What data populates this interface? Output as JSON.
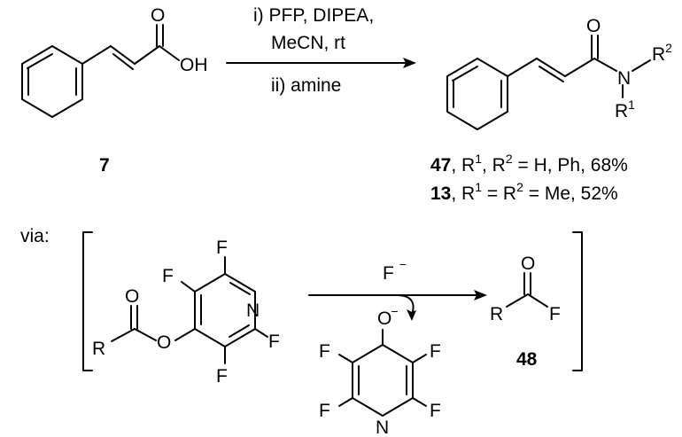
{
  "top": {
    "reactant_label": "7",
    "conditions": {
      "line1": "i) PFP, DIPEA,",
      "line2": "MeCN, rt",
      "line3": "ii) amine"
    },
    "reactant_atoms": {
      "o_carbonyl": "O",
      "oh": "OH"
    },
    "product_atoms": {
      "o": "O",
      "n": "N",
      "r1": "R",
      "r1_sup": "1",
      "r2": "R",
      "r2_sup": "2"
    },
    "products": [
      {
        "num": "47",
        "r_a": ", R",
        "r_a_sup": "1",
        "r_b": ", R",
        "r_b_sup": "2",
        "text": " = H, Ph, 68%"
      },
      {
        "num": "13",
        "r_a": ", R",
        "r_a_sup": "1",
        "r_b": " = R",
        "r_b_sup": "2",
        "text": " = Me, 52%"
      }
    ]
  },
  "bottom": {
    "via_label": "via:",
    "ester_atoms": {
      "o_carbonyl": "O",
      "r": "R",
      "o_ester": "O",
      "f2": "F",
      "f3": "F",
      "n": "N",
      "f5": "F",
      "f6": "F"
    },
    "reagent": {
      "f": "F",
      "charge": "−"
    },
    "phenoxide_atoms": {
      "o": "O",
      "charge": "−",
      "f_tl": "F",
      "f_tr": "F",
      "f_bl": "F",
      "f_br": "F",
      "n": "N"
    },
    "product_atoms": {
      "o": "O",
      "r": "R",
      "f": "F"
    },
    "product_label": "48"
  }
}
